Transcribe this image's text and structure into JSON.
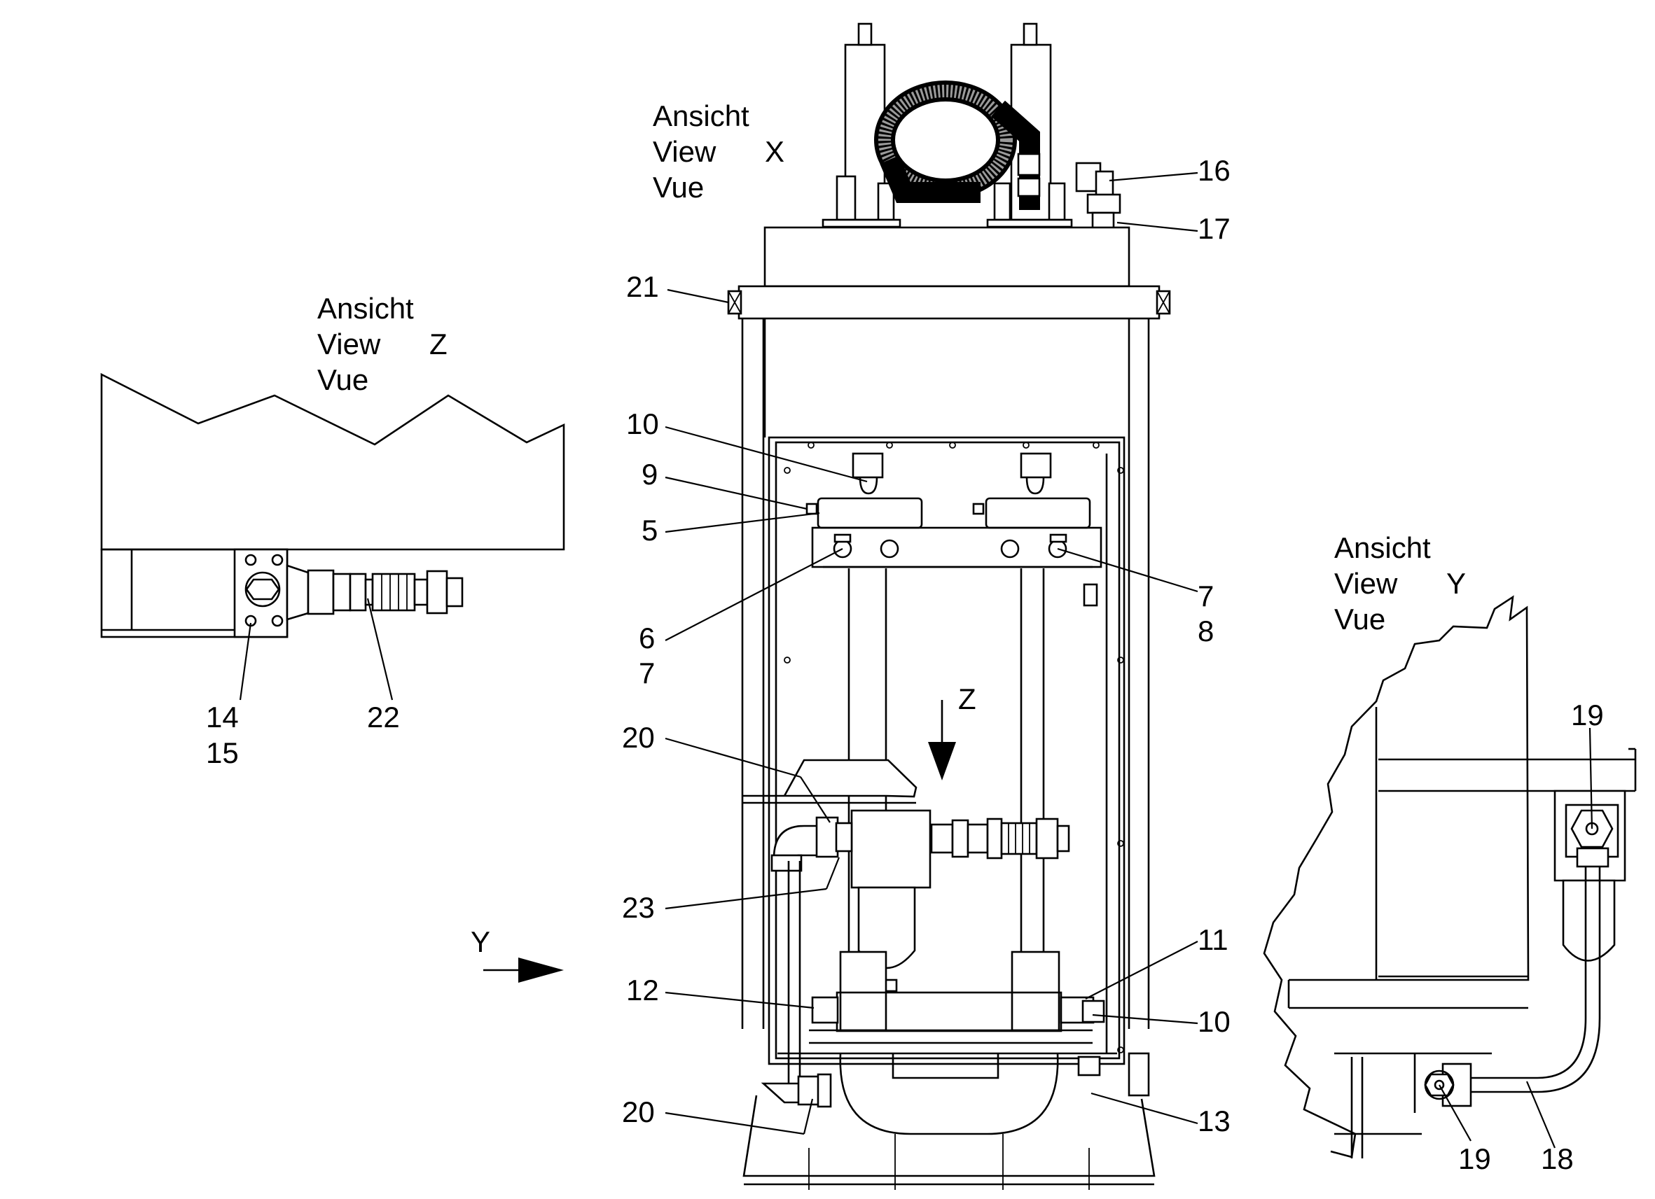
{
  "views": {
    "x": {
      "line1": "Ansicht",
      "line2": "View",
      "line3": "Vue",
      "letter": "X"
    },
    "z": {
      "line1": "Ansicht",
      "line2": "View",
      "line3": "Vue",
      "letter": "Z"
    },
    "y": {
      "line1": "Ansicht",
      "line2": "View",
      "line3": "Vue",
      "letter": "Y"
    }
  },
  "arrows": {
    "z": "Z",
    "y": "Y"
  },
  "callouts": {
    "c16": "16",
    "c17": "17",
    "c21": "21",
    "c10a": "10",
    "c9": "9",
    "c5": "5",
    "c6": "6",
    "c7a": "7",
    "c7b": "7",
    "c8": "8",
    "c20a": "20",
    "c23": "23",
    "c11": "11",
    "c12": "12",
    "c10b": "10",
    "c20b": "20",
    "c13": "13",
    "c14": "14",
    "c15": "15",
    "c22": "22",
    "c19a": "19",
    "c19b": "19",
    "c18": "18"
  }
}
